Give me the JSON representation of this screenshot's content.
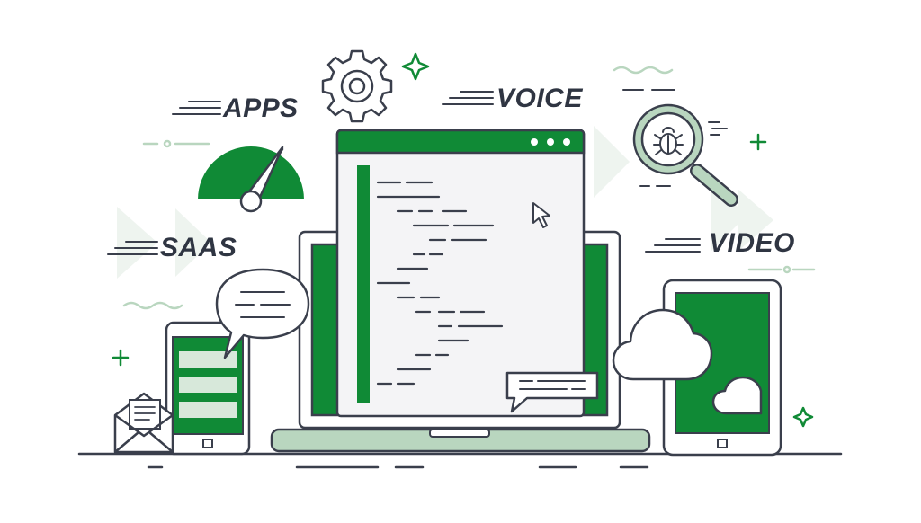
{
  "labels": {
    "apps": "APPS",
    "voice": "VOICE",
    "saas": "SAAS",
    "video": "VIDEO"
  },
  "colors": {
    "brand_green": "#108a36",
    "light_green": "#b9d6bf",
    "pale_green": "#e9f2ea",
    "outline": "#3a3f4c",
    "screen_bg": "#f4f4f6"
  },
  "icons": [
    "gear-icon",
    "speedometer-icon",
    "magnifier-bug-icon",
    "mouse-cursor-icon",
    "chat-bubble-icon",
    "cloud-icon",
    "envelope-icon",
    "sparkle-icon",
    "plus-icon"
  ]
}
